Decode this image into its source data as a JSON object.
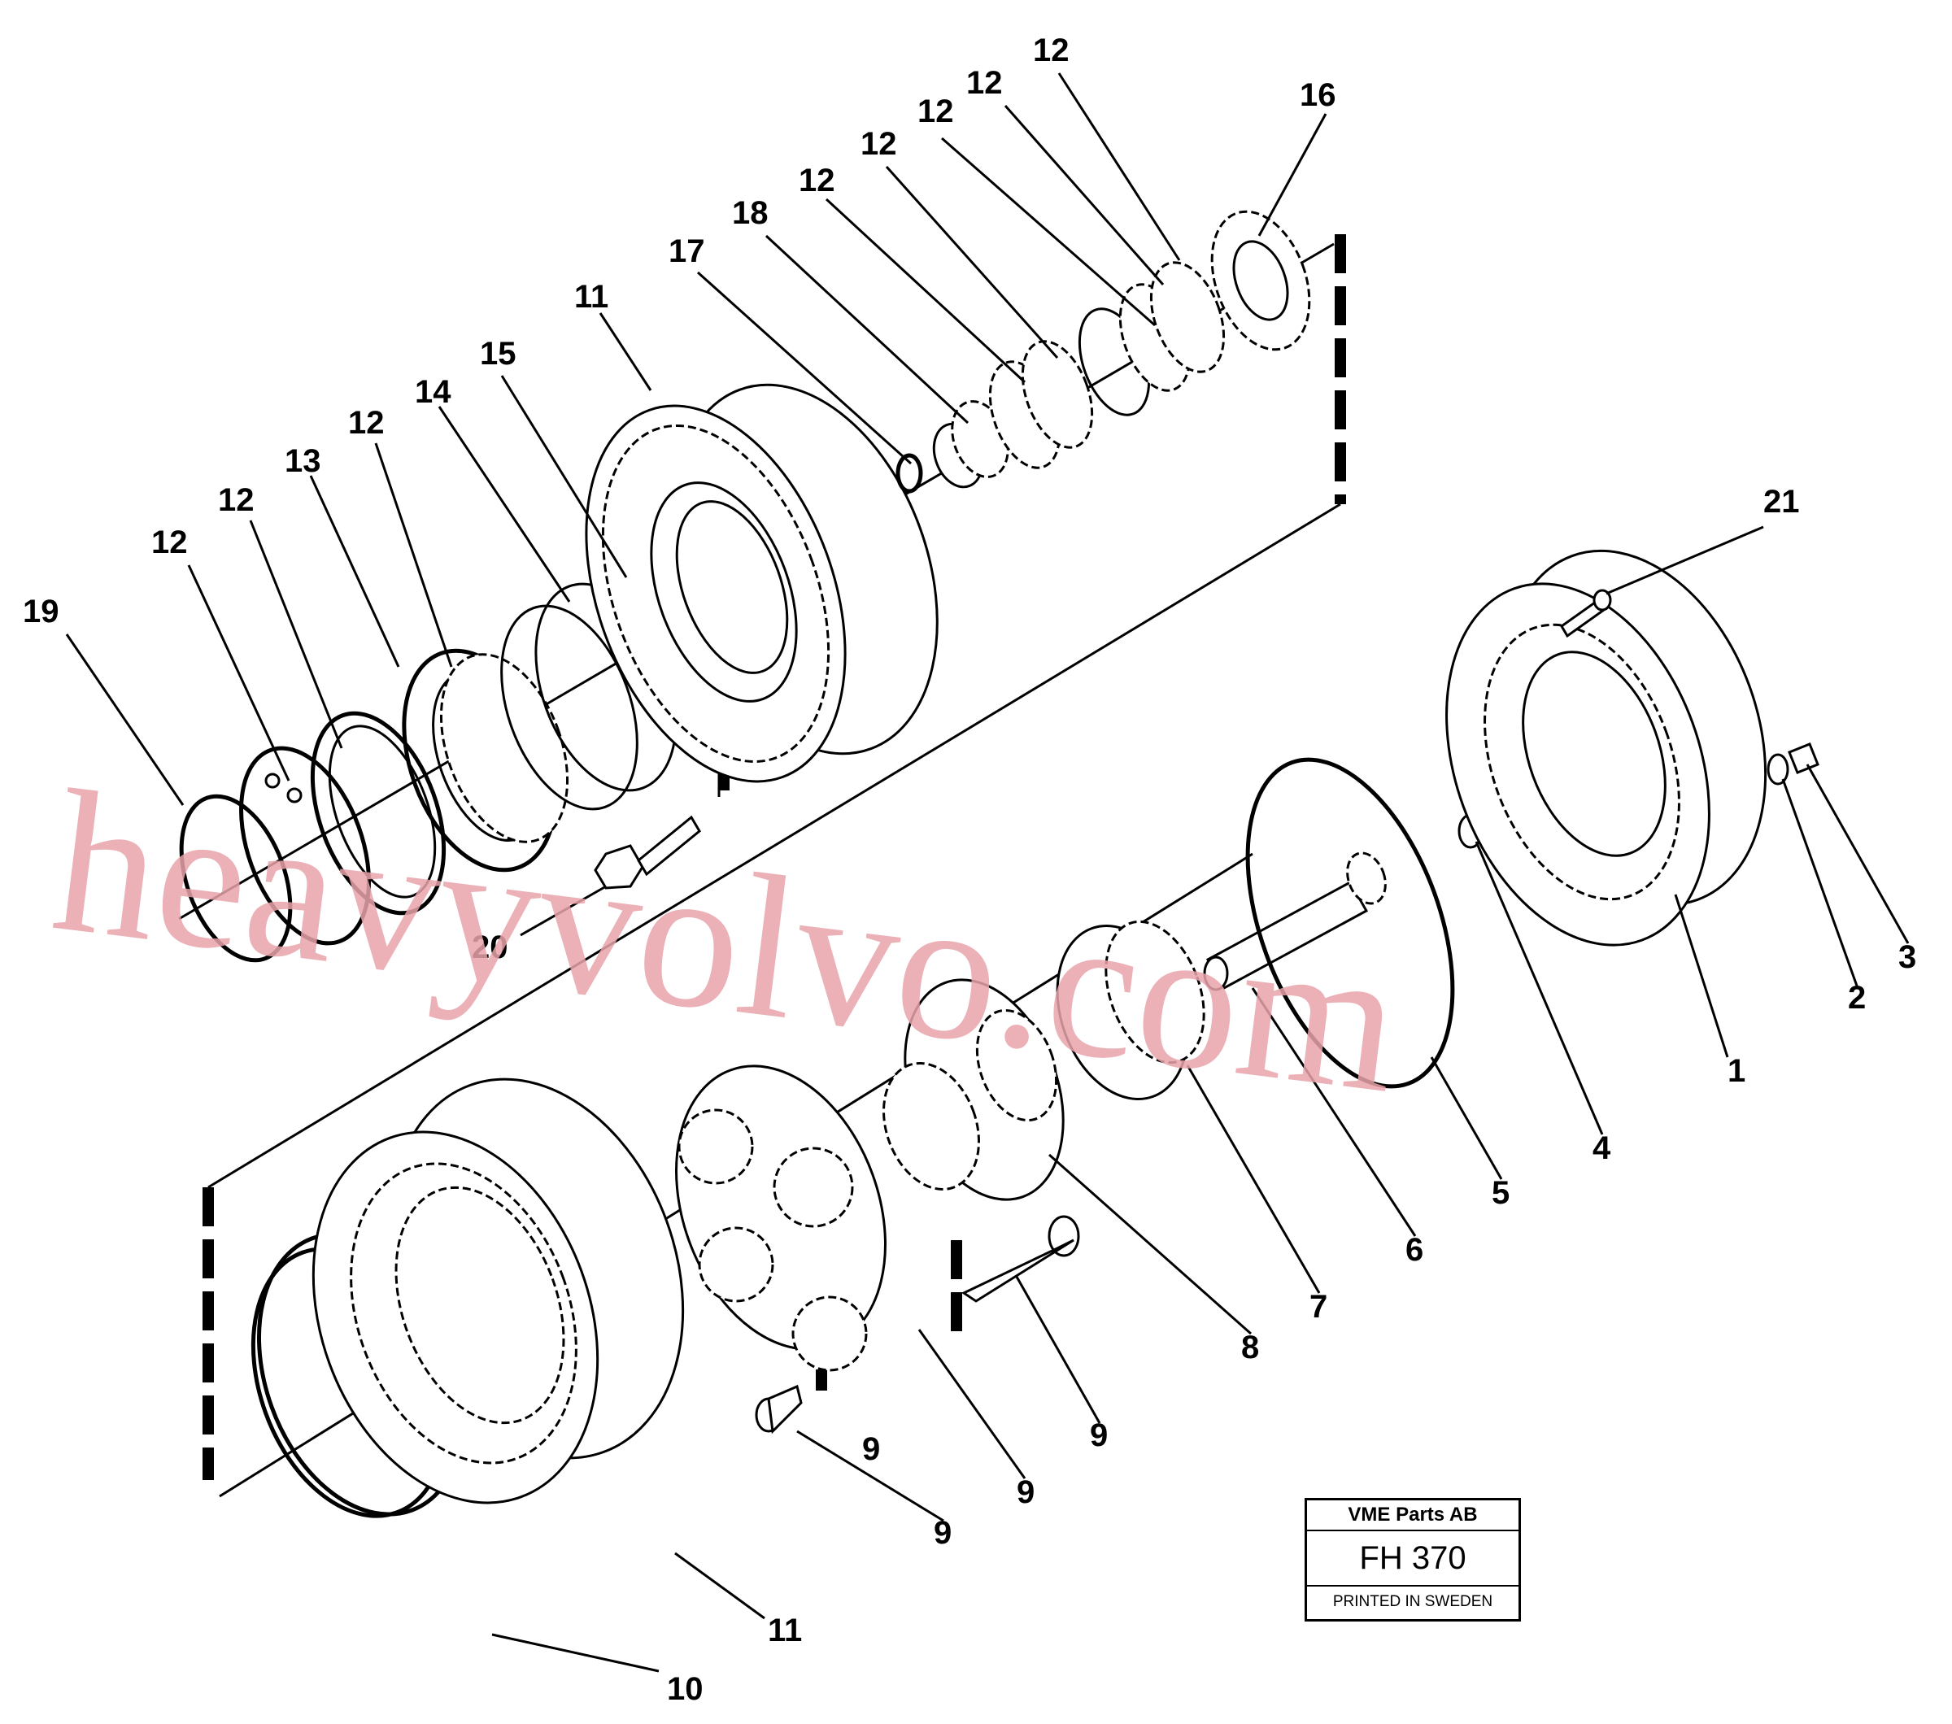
{
  "drawing": {
    "callouts": [
      "12",
      "16",
      "12",
      "12",
      "12",
      "12",
      "18",
      "17",
      "11",
      "15",
      "14",
      "12",
      "13",
      "12",
      "12",
      "19",
      "20",
      "21",
      "1",
      "2",
      "3",
      "4",
      "5",
      "6",
      "7",
      "8",
      "9",
      "9",
      "9",
      "9",
      "11",
      "10"
    ]
  },
  "stamp": {
    "company": "VME Parts AB",
    "code": "FH 370",
    "printed": "PRINTED IN SWEDEN"
  },
  "watermark": "heavyvolvo.com",
  "colors": {
    "line": "#000000",
    "watermark": "#e8a4ab",
    "background": "#ffffff"
  }
}
